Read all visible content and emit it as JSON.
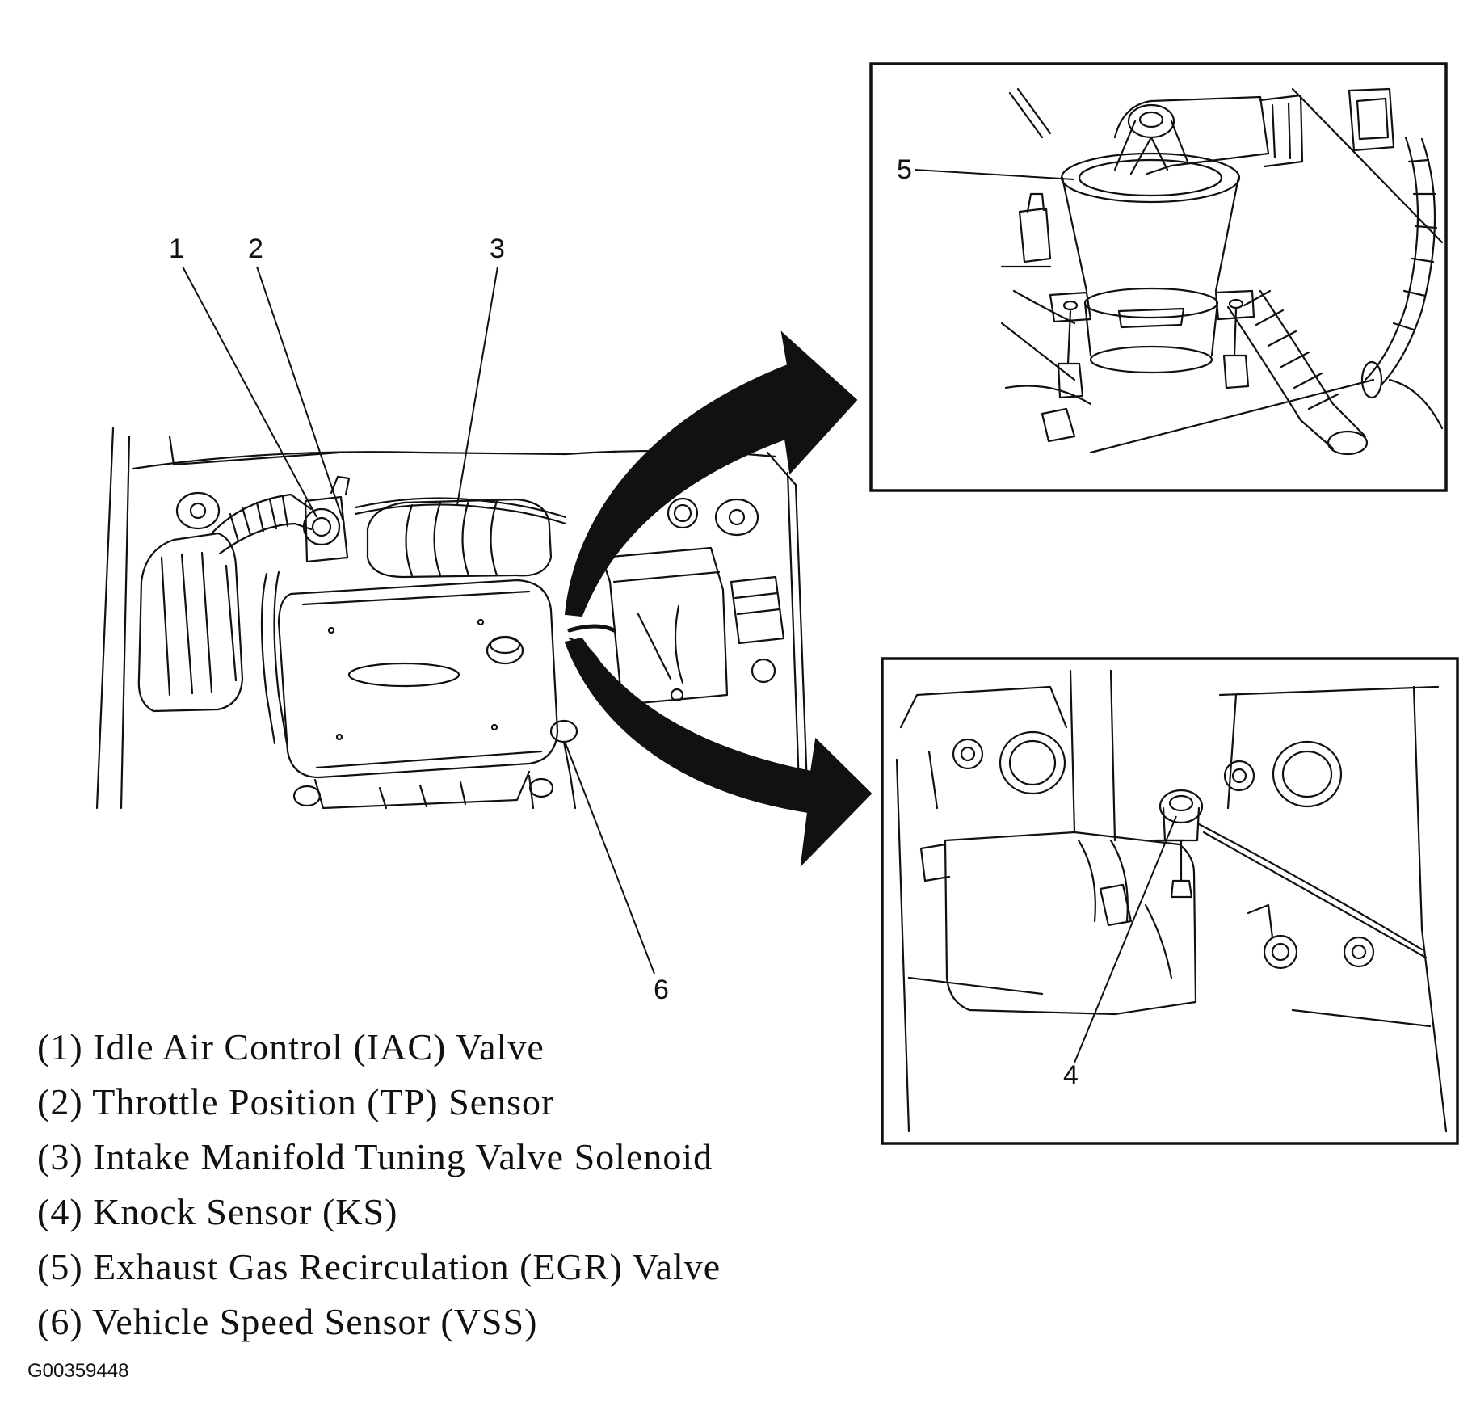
{
  "callouts": {
    "c1": "1",
    "c2": "2",
    "c3": "3",
    "c4": "4",
    "c5": "5",
    "c6": "6"
  },
  "legend": {
    "items": [
      "(1) Idle Air Control (IAC) Valve",
      "(2) Throttle Position (TP) Sensor",
      "(3) Intake Manifold Tuning Valve Solenoid",
      "(4) Knock Sensor (KS)",
      "(5) Exhaust Gas Recirculation (EGR) Valve",
      "(6) Vehicle Speed Sensor (VSS)"
    ]
  },
  "figure_id": "G00359448",
  "icons": {
    "arrow_upper": "curved-arrow-icon",
    "arrow_lower": "curved-arrow-icon"
  },
  "colors": {
    "line": "#111111",
    "background": "#ffffff"
  }
}
